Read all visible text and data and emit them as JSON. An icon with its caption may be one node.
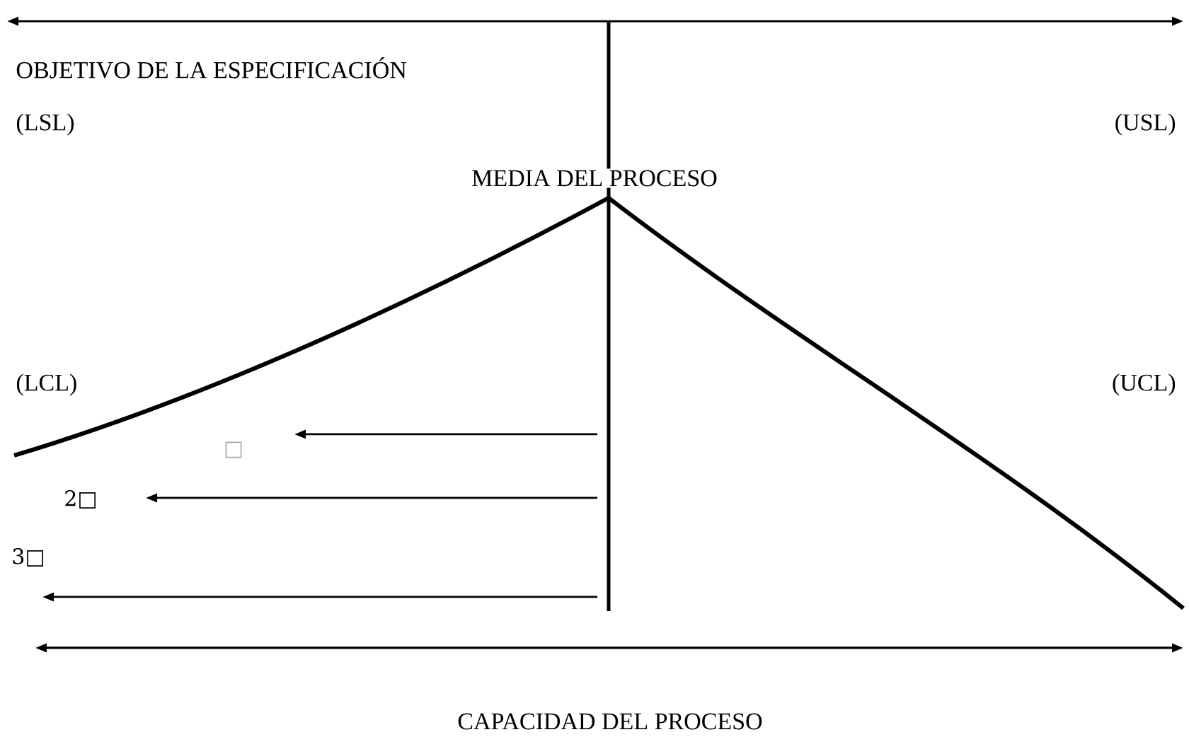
{
  "diagram": {
    "labels": [
      "OBJETIVO DE LA ESPECIFICACIÓN",
      "(LSL)",
      "(USL)",
      "MEDIA DEL PROCESO",
      "(LCL)",
      "(UCL)",
      "□",
      "2□",
      "3□",
      "CAPACIDAD DEL PROCESO"
    ]
  }
}
